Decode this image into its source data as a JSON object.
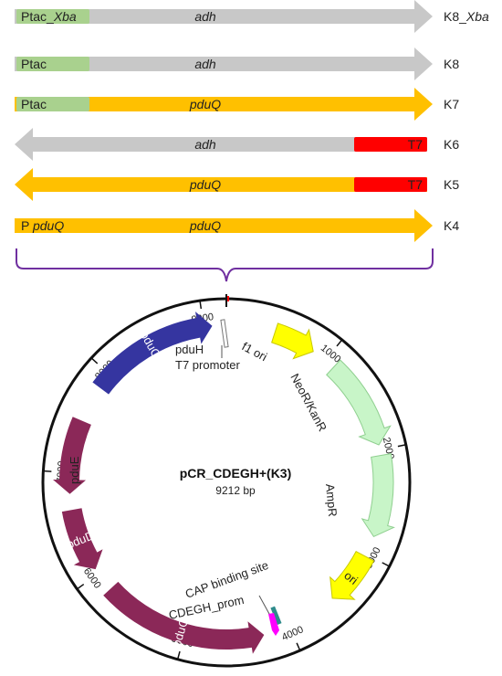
{
  "constructs": [
    {
      "name": "K8_Xba",
      "name_main": "K8_",
      "name_ital": "Xba",
      "dir": "right",
      "body": {
        "label": "adh",
        "color": "#c8c8c8"
      },
      "part": {
        "label_main": "Ptac_",
        "label_ital": "Xba",
        "color": "#a9d18e",
        "pos": "start"
      }
    },
    {
      "name": "K8",
      "name_main": "K8",
      "name_ital": "",
      "dir": "right",
      "body": {
        "label": "adh",
        "color": "#c8c8c8"
      },
      "part": {
        "label_main": "Ptac",
        "label_ital": "",
        "color": "#a9d18e",
        "pos": "start"
      }
    },
    {
      "name": "K7",
      "name_main": "K7",
      "name_ital": "",
      "dir": "right",
      "body": {
        "label": "pduQ",
        "color": "#ffc000"
      },
      "part": {
        "label_main": "Ptac",
        "label_ital": "",
        "color": "#a9d18e",
        "pos": "start"
      }
    },
    {
      "name": "K6",
      "name_main": "K6",
      "name_ital": "",
      "dir": "left",
      "body": {
        "label": "adh",
        "color": "#c8c8c8"
      },
      "part": {
        "label_main": "T7",
        "label_ital": "",
        "color": "#ff0000",
        "pos": "end"
      }
    },
    {
      "name": "K5",
      "name_main": "K5",
      "name_ital": "",
      "dir": "left",
      "body": {
        "label": "pduQ",
        "color": "#ffc000"
      },
      "part": {
        "label_main": "T7",
        "label_ital": "",
        "color": "#ff0000",
        "pos": "end"
      }
    },
    {
      "name": "K4",
      "name_main": "K4",
      "name_ital": "",
      "dir": "right",
      "body": {
        "label": "pduQ",
        "color": "#ffc000"
      },
      "part": {
        "label_main": "P ",
        "label_ital": "pduQ",
        "color": "#ffc000",
        "pos": "start"
      }
    }
  ],
  "bracket_color": "#7030a0",
  "plasmid": {
    "name": "pCR_CDEGH+(K3)",
    "size_label": "9212 bp",
    "total_bp": 9212,
    "ticks": [
      1000,
      2000,
      3000,
      4000,
      5000,
      6000,
      7000,
      8000,
      9000
    ],
    "features": [
      {
        "name": "pduG",
        "start": 7850,
        "end": 9080,
        "color": "#3535a0",
        "dir": "cw",
        "label_inside": true
      },
      {
        "name": "f1 ori",
        "start": 460,
        "end": 860,
        "color": "#ffff00",
        "dir": "cw",
        "label_inside": false
      },
      {
        "name": "NeoR/KanR",
        "start": 1100,
        "end": 1950,
        "color": "#c8f5c8",
        "dir": "cw",
        "label_inside": false
      },
      {
        "name": "AmpR",
        "start": 2050,
        "end": 2820,
        "color": "#c8f5c8",
        "dir": "cw",
        "label_inside": false
      },
      {
        "name": "ori",
        "start": 3020,
        "end": 3520,
        "color": "#ffff00",
        "dir": "cw",
        "label_inside": true
      },
      {
        "name": "pduC",
        "start": 4250,
        "end": 5820,
        "color": "#8b2858",
        "dir": "ccw",
        "label_inside": true
      },
      {
        "name": "pduD",
        "start": 6050,
        "end": 6650,
        "color": "#8b2858",
        "dir": "ccw",
        "label_inside": true
      },
      {
        "name": "pduE",
        "start": 6800,
        "end": 7500,
        "color": "#8b2858",
        "dir": "ccw",
        "label_inside": false
      }
    ],
    "labels": [
      "pduH",
      "T7 promoter",
      "CAP binding site",
      "CDEGH_prom"
    ],
    "colors": {
      "backbone": "#111111",
      "cap_site": "#2e8b8b",
      "cdegh_prom": "#ff00ff",
      "marker": "#ff0000"
    }
  }
}
